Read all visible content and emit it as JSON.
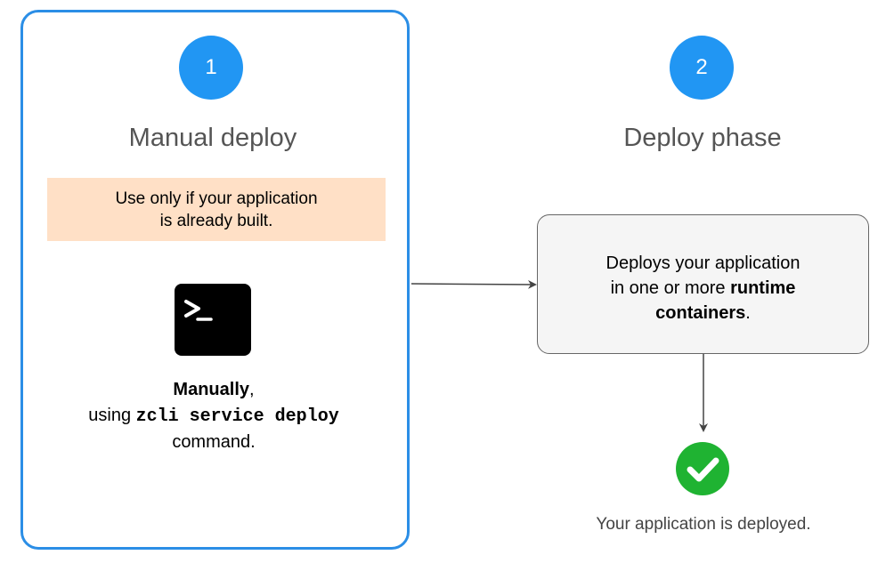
{
  "colors": {
    "step_circle": "#2196f3",
    "panel_border": "#2b8ee6",
    "note_background": "#ffe0c6",
    "check_green": "#1fb332",
    "phase_box_background": "#f5f5f5"
  },
  "steps": [
    {
      "number": "1",
      "title": "Manual deploy"
    },
    {
      "number": "2",
      "title": "Deploy phase"
    }
  ],
  "manual": {
    "note_line1": "Use only if your application",
    "note_line2": "is already built.",
    "terminal_icon": "terminal-icon",
    "terminal_glyph": ">_",
    "method_bold": "Manually",
    "method_after_bold": ",",
    "using_prefix": "using ",
    "command": "zcli service deploy",
    "command_suffix": "command."
  },
  "phase": {
    "line1": "Deploys your application",
    "line2_prefix": "in one or more ",
    "line2_bold": "runtime",
    "line3_bold": "containers",
    "line3_suffix": "."
  },
  "result": {
    "icon": "check-circle-icon",
    "text": "Your application is deployed."
  }
}
